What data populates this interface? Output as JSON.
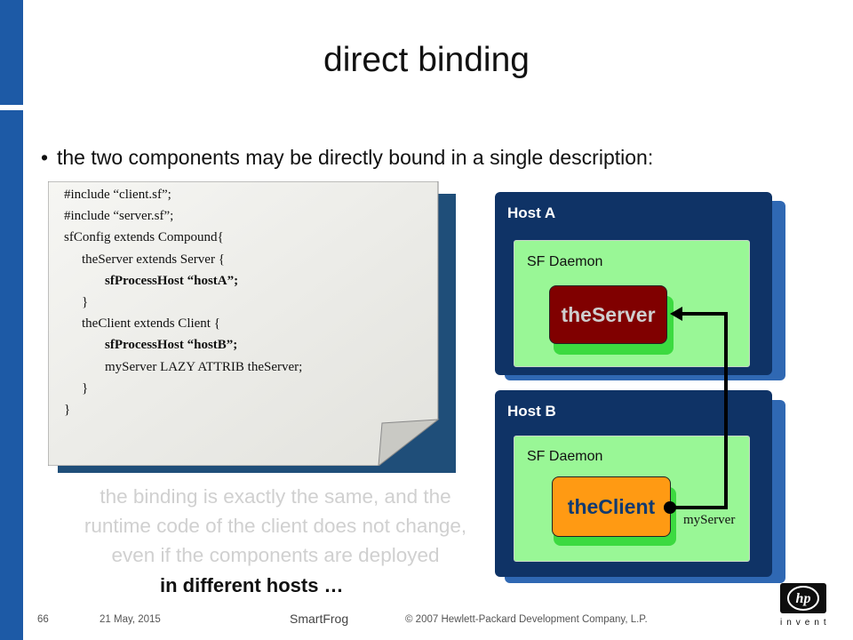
{
  "slide": {
    "title": "direct binding",
    "bullet": "the two components may be directly bound in a single description:",
    "faded_text": [
      "the binding is exactly the same, and the",
      "runtime code of the client does not change,",
      "even if the components are deployed"
    ],
    "emphasis": "in different hosts …"
  },
  "code_note": {
    "lines": [
      {
        "indent": 0,
        "text": "#include “client.sf”;",
        "bold": false
      },
      {
        "indent": 0,
        "text": "#include “server.sf”;",
        "bold": false
      },
      {
        "indent": 0,
        "text": "sfConfig extends Compound{",
        "bold": false
      },
      {
        "indent": 1,
        "text": "theServer extends Server {",
        "bold": false
      },
      {
        "indent": 2,
        "text": "sfProcessHost “hostA”;",
        "bold": true
      },
      {
        "indent": 1,
        "text": "}",
        "bold": false
      },
      {
        "indent": 1,
        "text": "theClient extends Client {",
        "bold": false
      },
      {
        "indent": 2,
        "text": "sfProcessHost “hostB”;",
        "bold": true
      },
      {
        "indent": 2,
        "text": "myServer LAZY ATTRIB theServer;",
        "bold": false
      },
      {
        "indent": 1,
        "text": "}",
        "bold": false
      },
      {
        "indent": 0,
        "text": "}",
        "bold": false
      }
    ]
  },
  "diagram": {
    "host_a": {
      "label": "Host A",
      "daemon": "SF Daemon",
      "component": "theServer"
    },
    "host_b": {
      "label": "Host B",
      "daemon": "SF Daemon",
      "component": "theClient"
    },
    "link_label": "myServer"
  },
  "footer": {
    "page": "66",
    "date": "21 May, 2015",
    "product": "SmartFrog",
    "copyright": "© 2007 Hewlett-Packard Development Company, L.P.",
    "logo_text": "hp",
    "logo_tagline": "invent"
  },
  "colors": {
    "accent_bar": "#1d5aa6",
    "host_box": "#0f3366",
    "daemon_fill": "#99f796",
    "server_fill": "#800000",
    "client_fill": "#ff9a13"
  }
}
